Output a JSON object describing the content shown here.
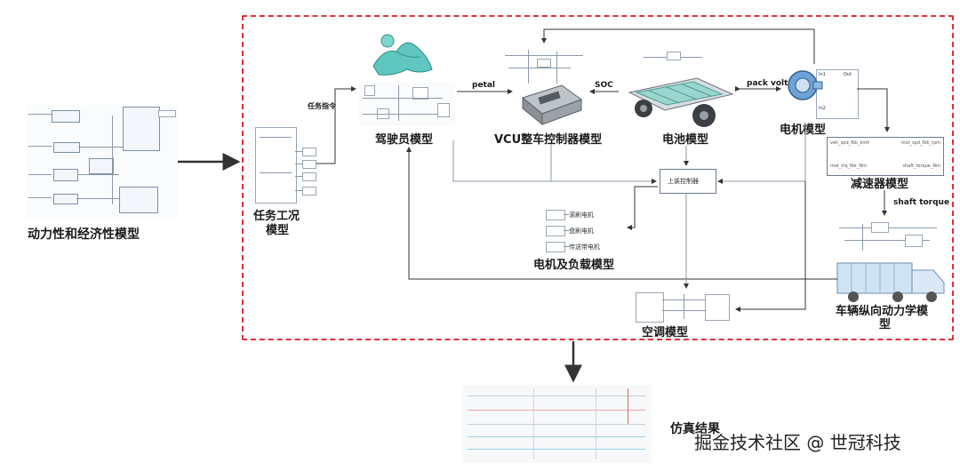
{
  "left_model": {
    "title": "动力性和经济性模型"
  },
  "blocks": {
    "mission": {
      "title": "任务工况\n模型",
      "line1": "任务工况",
      "line2": "模型",
      "arrow_label": "任务指令"
    },
    "driver": {
      "title": "驾驶员模型",
      "out_label": "petal"
    },
    "vcu": {
      "title": "VCU整车控制器模型"
    },
    "battery": {
      "title": "电池模型",
      "soc_label": "SOC",
      "pack_label": "pack volt"
    },
    "motor": {
      "title": "电机模型"
    },
    "reducer": {
      "title": "减速器模型",
      "port_in1": "veh_spd_fbk_kmh",
      "port_in2": "mot_trq_fbk_Nm",
      "port_out1": "mot_spd_fbk_rpm",
      "port_out2": "shaft_torque_Nm",
      "out_label": "shaft torque"
    },
    "upper_control": {
      "title": "上装控制器"
    },
    "motor_load": {
      "title": "电机及负载模型",
      "items": [
        "滚刷电机",
        "盘刷电机",
        "传送带电机"
      ]
    },
    "vehicle": {
      "title": "车辆纵向动力学模\n型",
      "line1": "车辆纵向动力学模",
      "line2": "型"
    },
    "aircon": {
      "title": "空调模型"
    }
  },
  "results": {
    "title": "仿真结果"
  },
  "watermark": {
    "text": "掘金技术社区 @ 世冠科技"
  },
  "colors": {
    "frame": "#e0303a",
    "arrow": "#333333",
    "line": "#8c99aa"
  }
}
